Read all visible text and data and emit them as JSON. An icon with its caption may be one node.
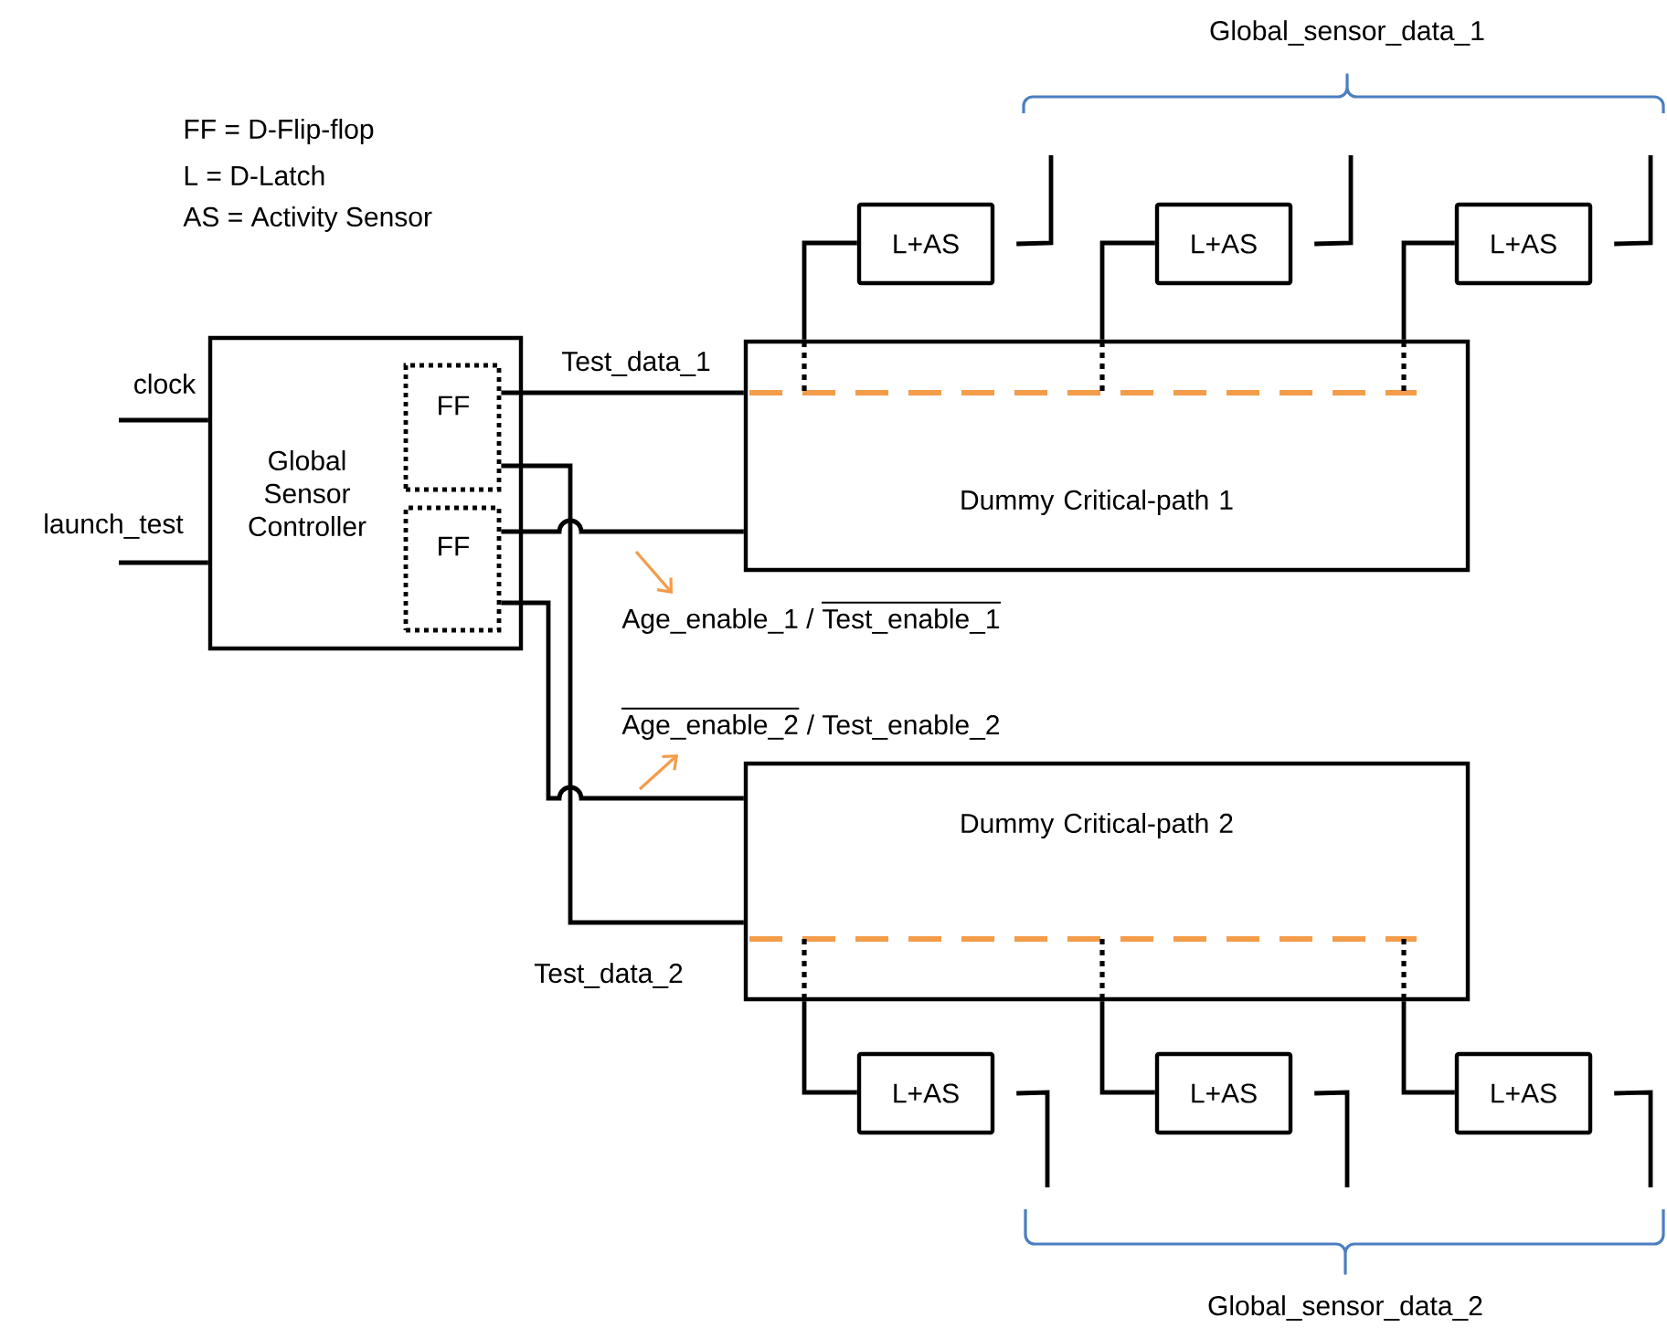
{
  "diagram": {
    "nodes": [
      {
        "text": [
          "Global Sensor Controller"
        ]
      },
      {
        "text": [
          "FF"
        ],
        "in": 0
      },
      {
        "text": [
          "FF"
        ],
        "in": 0
      },
      {
        "text": [
          "Dummy Critical-path 1"
        ]
      },
      {
        "text": [
          "Dummy Critical-path 2"
        ]
      },
      {
        "text": [
          "L+AS"
        ]
      },
      {
        "text": [
          "L+AS"
        ]
      },
      {
        "text": [
          "L+AS"
        ]
      },
      {
        "text": [
          "L+AS"
        ]
      },
      {
        "text": [
          "L+AS"
        ]
      },
      {
        "text": [
          "L+AS"
        ]
      }
    ],
    "edges": [
      {
        "from": null,
        "to": 0,
        "arrow": "none",
        "label": "clock"
      },
      {
        "from": null,
        "to": 0,
        "arrow": "none",
        "label": "launch_test"
      },
      {
        "from": 1,
        "to": 3,
        "arrow": "none",
        "label": "Test_data_1"
      },
      {
        "from": 1,
        "to": 4,
        "arrow": "none",
        "label": "Test_data_2"
      },
      {
        "from": 2,
        "to": 3,
        "arrow": "none"
      },
      {
        "from": 2,
        "to": 4,
        "arrow": "none"
      },
      {
        "from": 3,
        "to": 5,
        "arrow": "none"
      },
      {
        "from": 3,
        "to": 6,
        "arrow": "none"
      },
      {
        "from": 3,
        "to": 7,
        "arrow": "none"
      },
      {
        "from": 5,
        "to": null,
        "arrow": "none"
      },
      {
        "from": 6,
        "to": null,
        "arrow": "none"
      },
      {
        "from": 7,
        "to": null,
        "arrow": "none"
      },
      {
        "from": 4,
        "to": 8,
        "arrow": "none"
      },
      {
        "from": 4,
        "to": 9,
        "arrow": "none"
      },
      {
        "from": 4,
        "to": 10,
        "arrow": "none"
      },
      {
        "from": 8,
        "to": null,
        "arrow": "none"
      },
      {
        "from": 9,
        "to": null,
        "arrow": "none"
      },
      {
        "from": 10,
        "to": null,
        "arrow": "none"
      }
    ],
    "labels": [
      "Global_sensor_data_1",
      "FF = D-Flip-flop",
      "L = D-Latch",
      "AS = Activity Sensor",
      "Age_enable_1 /",
      "Test_enable_1",
      "Age_enable_2",
      "/ Test_enable_2",
      "Global_sensor_data_2"
    ]
  }
}
